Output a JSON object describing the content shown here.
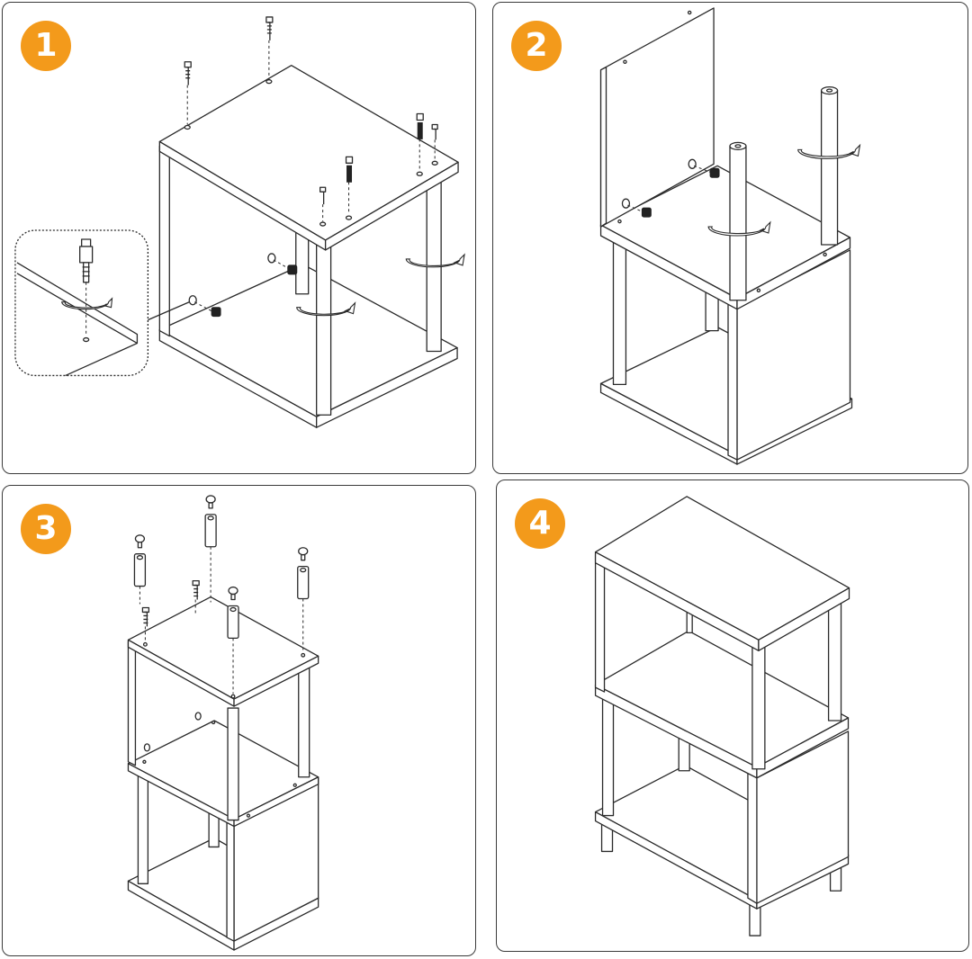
{
  "steps": [
    {
      "number": "1"
    },
    {
      "number": "2"
    },
    {
      "number": "3"
    },
    {
      "number": "4"
    }
  ],
  "colors": {
    "badge": "#f39a1b",
    "badge_text": "#ffffff",
    "line": "#2a2a2a",
    "panel_border": "#3a3a3a"
  }
}
